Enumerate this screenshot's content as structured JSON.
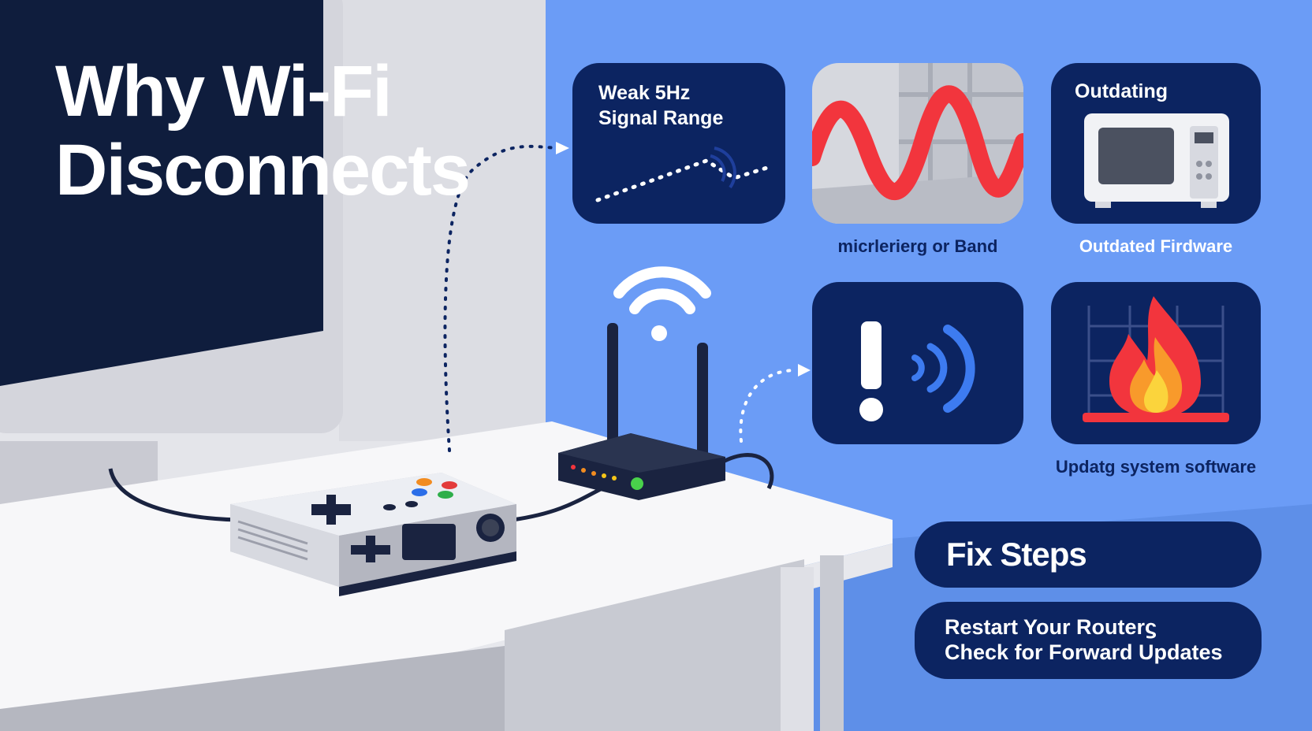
{
  "title": {
    "line1": "Why Wi-Fi",
    "line2": "Disconnects"
  },
  "cards": {
    "weak_signal": {
      "label_line1": "Weak 5Hz",
      "label_line2": "Signal Range",
      "icon": "dotted-signal-icon"
    },
    "interference": {
      "caption": "micrlerierg or Band",
      "icon": "red-wave-icon"
    },
    "outdated": {
      "label": "Outdating",
      "caption": "Outdated Firdware",
      "icon": "microwave-icon"
    },
    "alert": {
      "icon": "exclamation-signal-icon"
    },
    "updating": {
      "caption": "Updatg system software",
      "icon": "fire-icon"
    }
  },
  "fix": {
    "title": "Fix Steps",
    "step1": "Restart Your Routerϛ",
    "step2": "Check for Forward Updates"
  },
  "colors": {
    "panel_blue": "#6b9cf6",
    "card_navy": "#0c2461",
    "screen_navy": "#0f1d3d",
    "accent_red": "#f2353d",
    "caption_dark": "#0c2461",
    "caption_white": "#ffffff"
  }
}
